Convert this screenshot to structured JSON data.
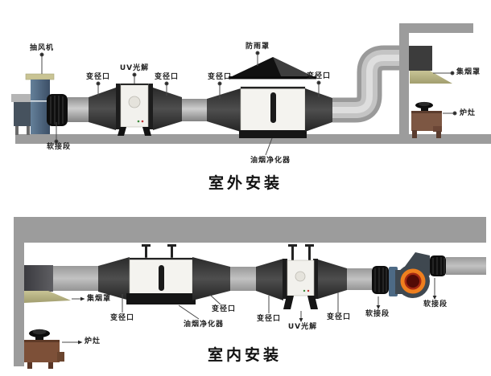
{
  "diagram": {
    "panels": [
      {
        "title": "室外安装",
        "labels": {
          "exhaust_fan": "抽风机",
          "flex_section": "软接段",
          "reducer_1": "变径口",
          "uv_unit": "UV光解",
          "reducer_2": "变径口",
          "reducer_3": "变径口",
          "rain_cover": "防雨罩",
          "reducer_4": "变径口",
          "purifier": "油烟净化器",
          "smoke_hood": "集烟罩",
          "stove": "炉灶"
        }
      },
      {
        "title": "室内安装",
        "labels": {
          "smoke_hood": "集烟罩",
          "stove": "炉灶",
          "reducer_1": "变径口",
          "purifier": "油烟净化器",
          "reducer_2": "变径口",
          "reducer_3": "变径口",
          "uv_unit": "UV光解",
          "reducer_4": "变径口",
          "flex_section_1": "软接段",
          "flex_section_2": "软接段"
        }
      }
    ],
    "colors": {
      "structure_gray": "#9c9c9c",
      "duct_silver": "#c6c6c6",
      "component_dark": "#3a3a3a",
      "unit_white": "#f3f2ee",
      "hood_khaki": "#b9b58a",
      "stove_brown": "#7d5340",
      "fan_blue": "#556e88",
      "fan_cap_tan": "#c9c494",
      "scroll_fan_orange": "#ef7f1e",
      "scroll_fan_core": "#520b06",
      "flange_blue": "#4d6a85"
    }
  }
}
